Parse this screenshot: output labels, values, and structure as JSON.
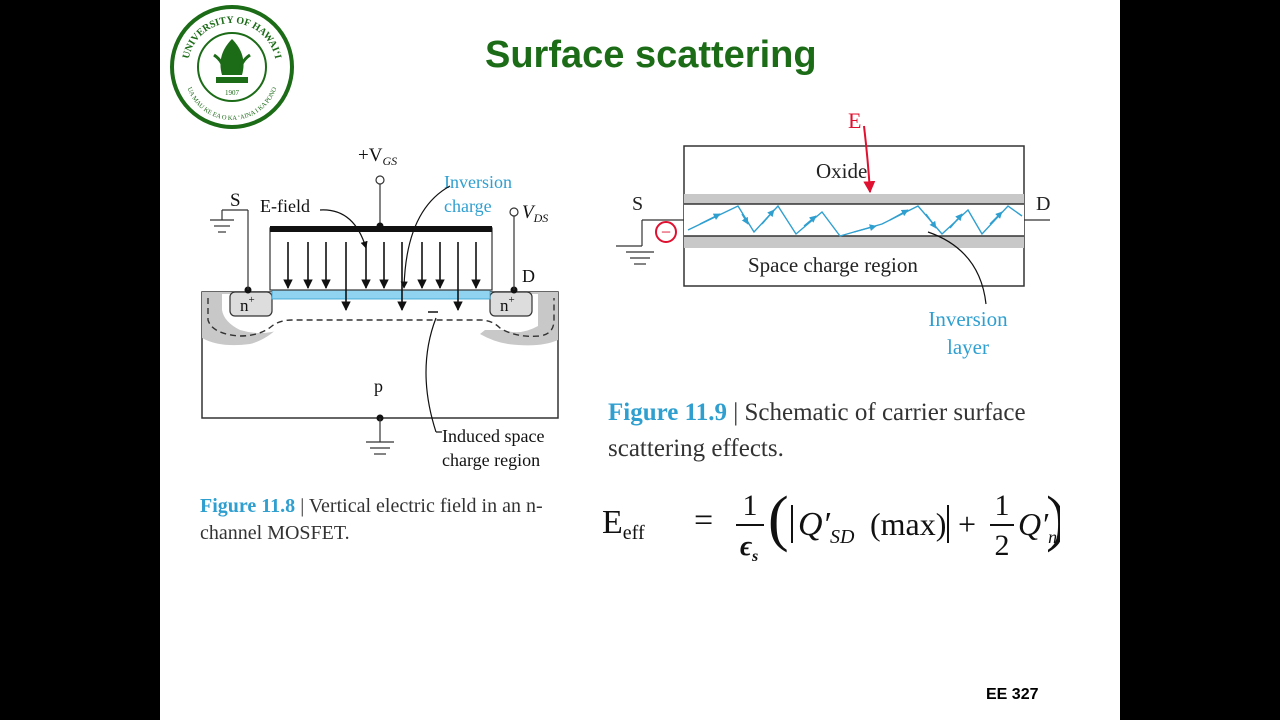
{
  "slide": {
    "title": "Surface scattering",
    "footer": "EE 327",
    "seal": {
      "outer_text": "UNIVERSITY OF HAWAIʻI",
      "inner_text": "UA MAU KE EA O KA ʻAINA I KA PONO",
      "year": "1907",
      "color": "#1b6b17"
    }
  },
  "fig8": {
    "vgs": "+V",
    "vgs_sub": "GS",
    "vds": "V",
    "vds_sub": "DS",
    "s": "S",
    "d": "D",
    "efield": "E-field",
    "inv_line1": "Inversion",
    "inv_line2": "charge",
    "n_left": "n",
    "n_right": "n",
    "n_sup": "+",
    "p": "p",
    "induced_line1": "Induced space",
    "induced_line2": "charge region",
    "caption_num": "Figure 11.8",
    "caption_text": " | Vertical electric field in an n-channel MOSFET."
  },
  "fig9": {
    "oxide": "Oxide",
    "s": "S",
    "d": "D",
    "scr": "Space charge region",
    "inv_line1": "Inversion",
    "inv_line2": "layer",
    "annot_e": "E",
    "annot_charge": "−",
    "caption_num": "Figure 11.9",
    "caption_text": " | Schematic of carrier surface scattering effects."
  },
  "equation": {
    "lhs_main": "E",
    "lhs_sub": "eff",
    "equals": "=",
    "one": "1",
    "eps": "ϵ",
    "eps_sub": "s",
    "q_sd": "Q′",
    "q_sd_sub": "SD",
    "max": "(max)",
    "plus": "+",
    "half_num": "1",
    "half_den": "2",
    "q_n": "Q′",
    "q_n_sub": "n"
  },
  "colors": {
    "title": "#1b6b17",
    "accent_blue": "#2f9fd0",
    "inversion_fill": "#8fd3f0",
    "annotation_red": "#e01030"
  }
}
